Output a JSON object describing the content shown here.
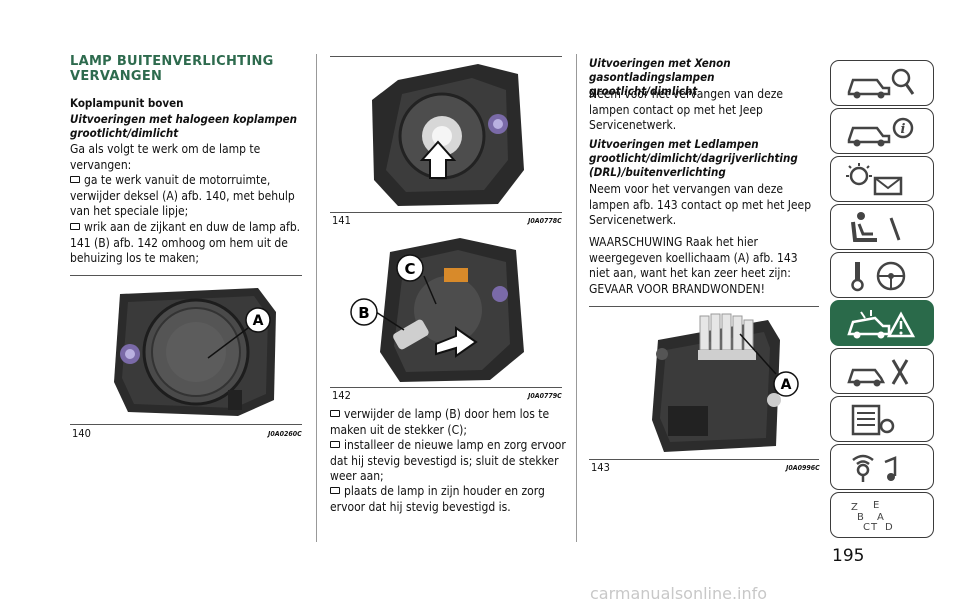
{
  "section_title": "LAMP BUITENVERLICHTING VERVANGEN",
  "col1": {
    "subhead": "Koplampunit boven",
    "subhead_italic": "Uitvoeringen met halogeen koplampen grootlicht/dimlicht",
    "intro": "Ga als volgt te werk om de lamp te vervangen:",
    "steps": [
      "ga te werk vanuit de motorruimte, verwijder deksel (A) afb. 140, met behulp van het speciale lipje;",
      "wrik aan de zijkant en duw de lamp afb. 141 (B) afb. 142 omhoog om hem uit de behuizing los te maken;"
    ]
  },
  "figures": [
    {
      "number": "140",
      "code": "J0A0260C",
      "label_a": "A"
    },
    {
      "number": "141",
      "code": "J0A0778C"
    },
    {
      "number": "142",
      "code": "J0A0779C",
      "label_b": "B",
      "label_c": "C"
    },
    {
      "number": "143",
      "code": "J0A0996C",
      "label_a": "A"
    }
  ],
  "col2": {
    "steps": [
      "verwijder de lamp (B) door hem los te maken uit de stekker (C);",
      "installeer de nieuwe lamp en zorg ervoor dat hij stevig bevestigd is; sluit de stekker weer aan;",
      "plaats de lamp in zijn houder en zorg ervoor dat hij stevig bevestigd is."
    ]
  },
  "col3": {
    "xenon_head": "Uitvoeringen met Xenon gasontladingslampen grootlicht/dimlicht",
    "xenon_text": "Neem voor het vervangen van deze lampen contact op met het Jeep Servicenetwerk.",
    "led_head": "Uitvoeringen met Ledlampen grootlicht/dimlicht/dagrijverlichting (DRL)/buitenverlichting",
    "led_text": "Neem voor het vervangen van deze lampen afb. 143 contact op met het Jeep Servicenetwerk.",
    "warning": "WAARSCHUWING Raak het hier weergegeven koellichaam (A) afb. 143 niet aan, want het kan zeer heet zijn: GEVAAR VOOR BRANDWONDEN!"
  },
  "tabs": [
    {
      "icon": "car-search-icon"
    },
    {
      "icon": "car-info-icon"
    },
    {
      "icon": "warning-light-envelope-icon"
    },
    {
      "icon": "seat-person-icon"
    },
    {
      "icon": "key-steering-wheel-icon"
    },
    {
      "icon": "car-breakdown-icon",
      "active": true
    },
    {
      "icon": "car-tools-icon"
    },
    {
      "icon": "spec-list-icon"
    },
    {
      "icon": "media-icon"
    },
    {
      "icon": "alphabet-index-icon"
    }
  ],
  "page_number": "195",
  "watermark": "carmanualsonline.info",
  "colors": {
    "accent": "#2e6b4e",
    "active_tab": "#2a6a4a"
  }
}
